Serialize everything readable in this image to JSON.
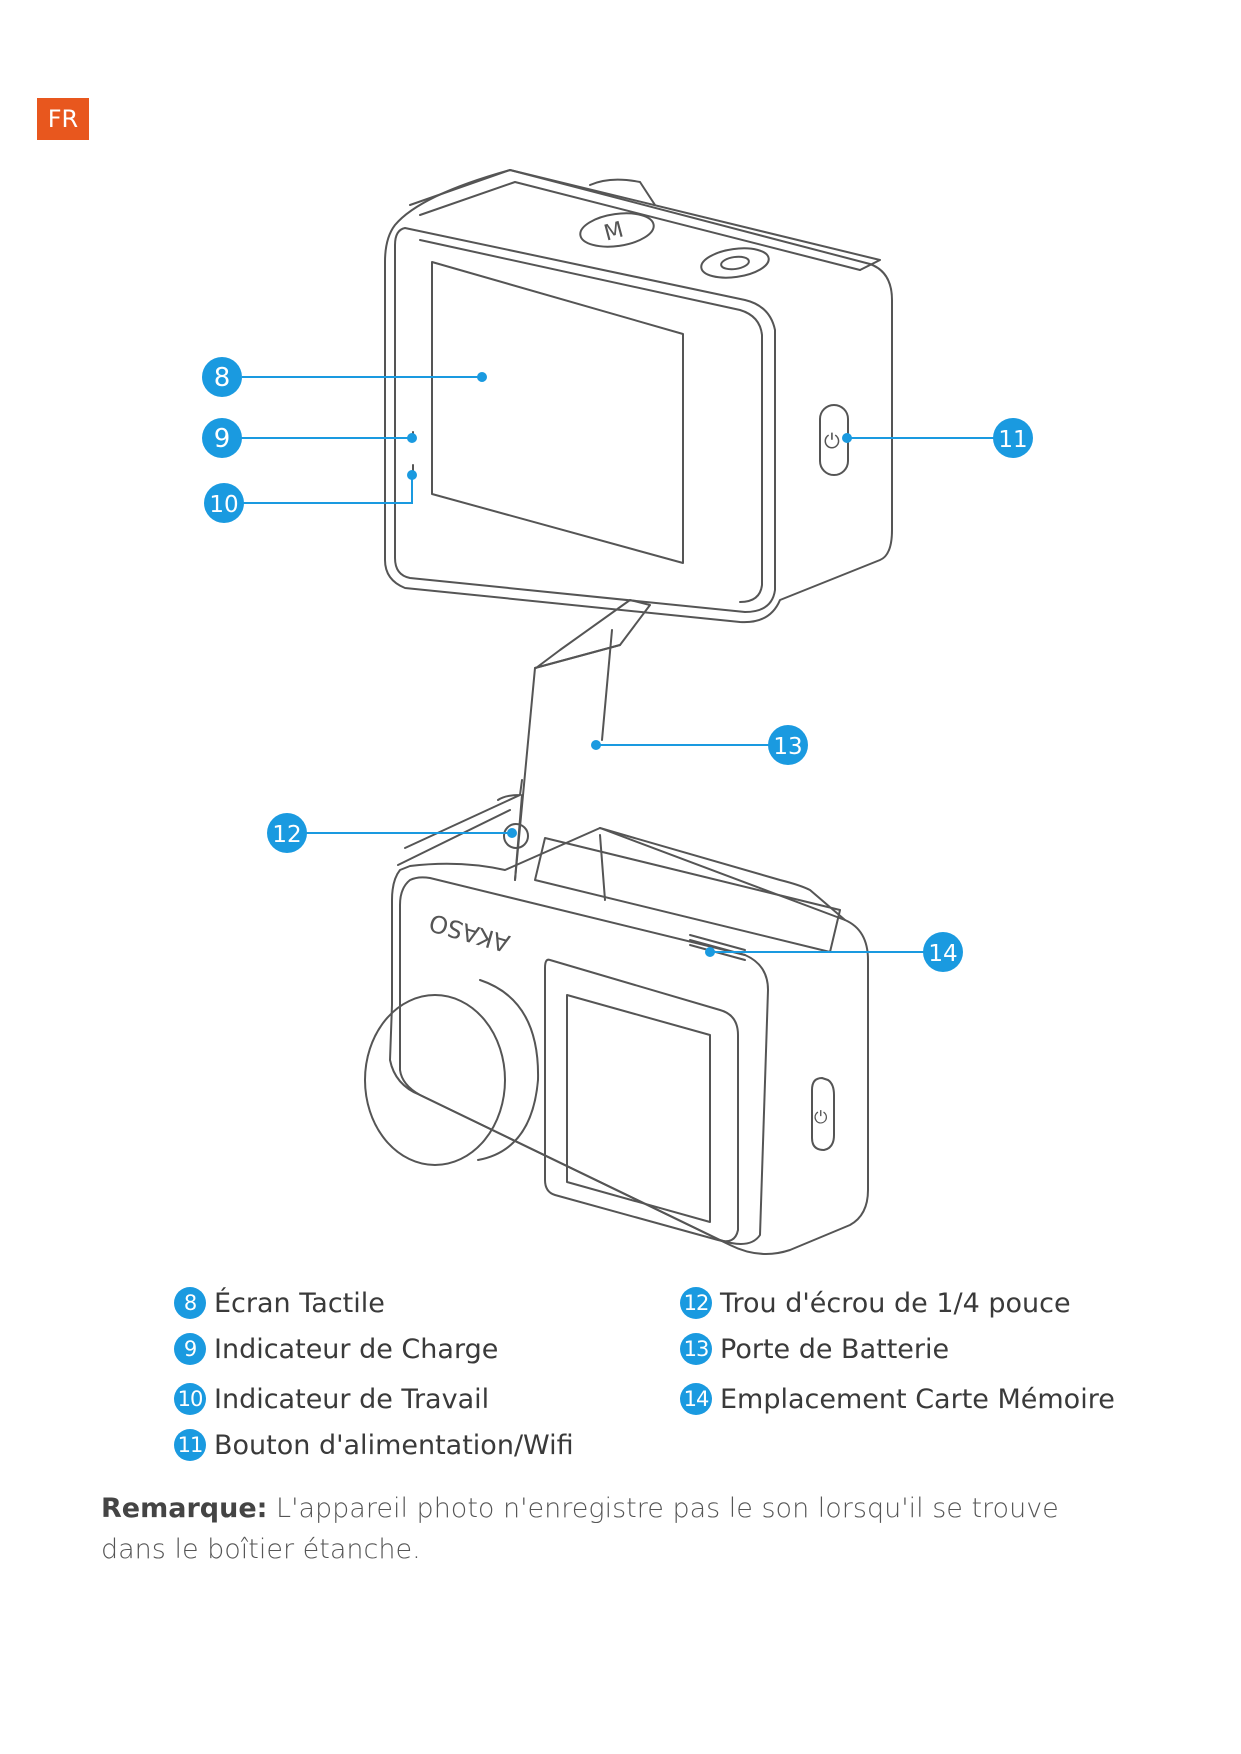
{
  "lang_badge": "FR",
  "camera_labels": {
    "mode_button": "M",
    "brand": "AKASO"
  },
  "callouts": [
    "8",
    "9",
    "10",
    "11",
    "12",
    "13",
    "14"
  ],
  "legend": {
    "left": [
      {
        "num": "8",
        "text": "Écran Tactile"
      },
      {
        "num": "9",
        "text": "Indicateur de Charge"
      },
      {
        "num": "10",
        "text": "Indicateur de Travail"
      },
      {
        "num": "11",
        "text": "Bouton d'alimentation/Wifi"
      }
    ],
    "right": [
      {
        "num": "12",
        "text": "Trou d'écrou de 1/4 pouce"
      },
      {
        "num": "13",
        "text": "Porte de Batterie"
      },
      {
        "num": "14",
        "text": "Emplacement Carte Mémoire"
      }
    ]
  },
  "note": {
    "label": "Remarque:",
    "text": " L'appareil photo n'enregistre pas le son lorsqu'il se trouve dans le boîtier étanche."
  },
  "colors": {
    "accent": "#1a9ae0",
    "badge": "#e8571e",
    "outline": "#555555"
  }
}
